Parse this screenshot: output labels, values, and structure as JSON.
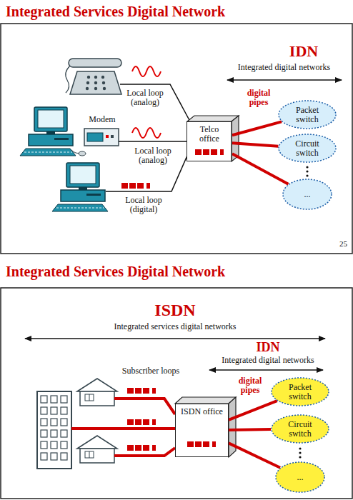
{
  "diagram": {
    "title": "Integrated Services Digital Network",
    "nodes": [
      {
        "text": [
          "Telco office"
        ]
      },
      {
        "text": [
          "Packet switch"
        ]
      },
      {
        "text": [
          "Circuit switch"
        ]
      },
      {
        "text": [
          "..."
        ]
      },
      {
        "text": [
          "ISDN office"
        ]
      },
      {
        "text": [
          "Packet switch"
        ]
      },
      {
        "text": [
          "Circuit switch"
        ]
      },
      {
        "text": [
          "..."
        ]
      }
    ],
    "edges": [
      {
        "from": 0,
        "to": 1,
        "arrow": "none"
      },
      {
        "from": 0,
        "to": 2,
        "arrow": "none"
      },
      {
        "from": 0,
        "to": 3,
        "arrow": "none"
      },
      {
        "from": 4,
        "to": 5,
        "arrow": "none"
      },
      {
        "from": 4,
        "to": 6,
        "arrow": "none"
      },
      {
        "from": 4,
        "to": 7,
        "arrow": "none"
      }
    ],
    "labels": [
      "IDN",
      "Integrated digital networks",
      "Local loop (analog)",
      "Modem",
      "Local loop (analog)",
      "digital pipes",
      "Local loop (digital)",
      "25",
      "Integrated Services Digital Network",
      "ISDN",
      "Integrated services digital networks",
      "IDN",
      "Integrated digital networks",
      "Subscriber loops",
      "digital pipes"
    ]
  }
}
